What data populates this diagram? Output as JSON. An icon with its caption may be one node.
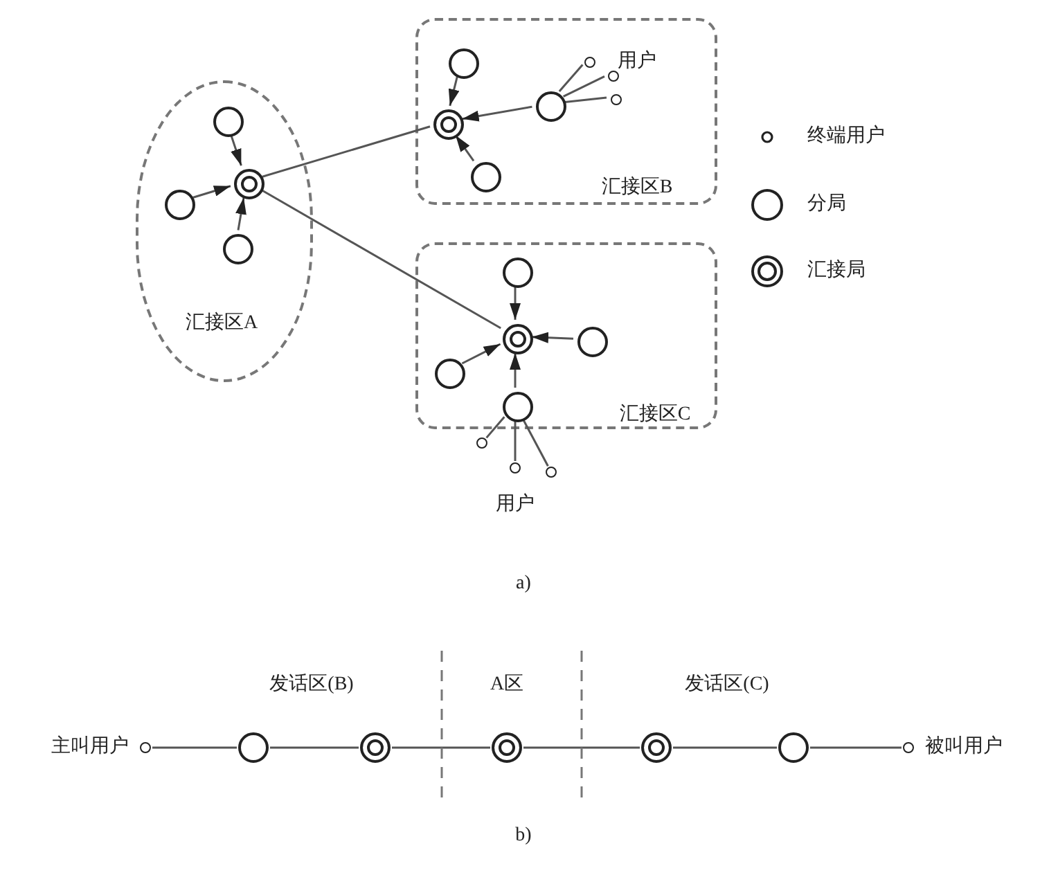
{
  "diagram": {
    "nodes": [
      {
        "text": [
          "汇接区A"
        ]
      },
      {
        "text": [],
        "shape": "doublecircle",
        "in": 0
      },
      {
        "text": [],
        "shape": "circle",
        "in": 0
      },
      {
        "text": [],
        "shape": "circle",
        "in": 0
      },
      {
        "text": [],
        "shape": "circle",
        "in": 0
      },
      {
        "text": [
          "汇接区B"
        ]
      },
      {
        "text": [],
        "shape": "doublecircle",
        "in": 5
      },
      {
        "text": [],
        "shape": "circle",
        "in": 5
      },
      {
        "text": [],
        "shape": "circle",
        "in": 5
      },
      {
        "text": [],
        "shape": "circle",
        "in": 5
      },
      {
        "text": [],
        "shape": "smallcircle",
        "in": 5
      },
      {
        "text": [],
        "shape": "smallcircle",
        "in": 5
      },
      {
        "text": [],
        "shape": "smallcircle",
        "in": 5
      },
      {
        "text": [
          "汇接区C"
        ]
      },
      {
        "text": [],
        "shape": "circle",
        "in": 13
      },
      {
        "text": [],
        "shape": "circle",
        "in": 13
      },
      {
        "text": [],
        "shape": "doublecircle",
        "in": 13
      },
      {
        "text": [],
        "shape": "circle",
        "in": 13
      },
      {
        "text": [],
        "shape": "circle",
        "in": 13
      },
      {
        "text": [],
        "shape": "smallcircle"
      },
      {
        "text": [],
        "shape": "smallcircle"
      },
      {
        "text": [],
        "shape": "smallcircle"
      },
      {
        "text": [],
        "shape": "smallcircle",
        "beside": [
          "主叫用户"
        ]
      },
      {
        "text": [],
        "shape": "circle"
      },
      {
        "text": [],
        "shape": "doublecircle"
      },
      {
        "text": [],
        "shape": "doublecircle"
      },
      {
        "text": [],
        "shape": "doublecircle"
      },
      {
        "text": [],
        "shape": "circle"
      },
      {
        "text": [],
        "shape": "smallcircle",
        "beside": [
          "被叫用户"
        ]
      }
    ],
    "edges": [
      {
        "from": 2,
        "to": 1,
        "arrow": "to"
      },
      {
        "from": 3,
        "to": 1,
        "arrow": "to"
      },
      {
        "from": 4,
        "to": 1,
        "arrow": "to"
      },
      {
        "from": 1,
        "to": 6,
        "arrow": "none"
      },
      {
        "from": 1,
        "to": 16,
        "arrow": "none"
      },
      {
        "from": 7,
        "to": 6,
        "arrow": "to"
      },
      {
        "from": 8,
        "to": 6,
        "arrow": "to"
      },
      {
        "from": 9,
        "to": 6,
        "arrow": "to"
      },
      {
        "from": 9,
        "to": 10,
        "arrow": "none"
      },
      {
        "from": 9,
        "to": 11,
        "arrow": "none"
      },
      {
        "from": 9,
        "to": 12,
        "arrow": "none"
      },
      {
        "from": 14,
        "to": 16,
        "arrow": "to"
      },
      {
        "from": 15,
        "to": 16,
        "arrow": "to"
      },
      {
        "from": 17,
        "to": 16,
        "arrow": "to"
      },
      {
        "from": 18,
        "to": 16,
        "arrow": "to"
      },
      {
        "from": 17,
        "to": 19,
        "arrow": "none"
      },
      {
        "from": 17,
        "to": 20,
        "arrow": "none"
      },
      {
        "from": 17,
        "to": 21,
        "arrow": "none"
      },
      {
        "from": 22,
        "to": 23,
        "arrow": "none"
      },
      {
        "from": 23,
        "to": 24,
        "arrow": "none"
      },
      {
        "from": 24,
        "to": 25,
        "arrow": "none"
      },
      {
        "from": 25,
        "to": 26,
        "arrow": "none"
      },
      {
        "from": 26,
        "to": 27,
        "arrow": "none"
      },
      {
        "from": 27,
        "to": 28,
        "arrow": "none"
      }
    ],
    "labels": [
      "用户",
      "用户",
      "a)",
      "发话区(B)",
      "A区",
      "发话区(C)",
      "b)"
    ],
    "legend": [
      {
        "text": "终端用户"
      },
      {
        "text": "分局"
      },
      {
        "text": "汇接局"
      }
    ]
  }
}
